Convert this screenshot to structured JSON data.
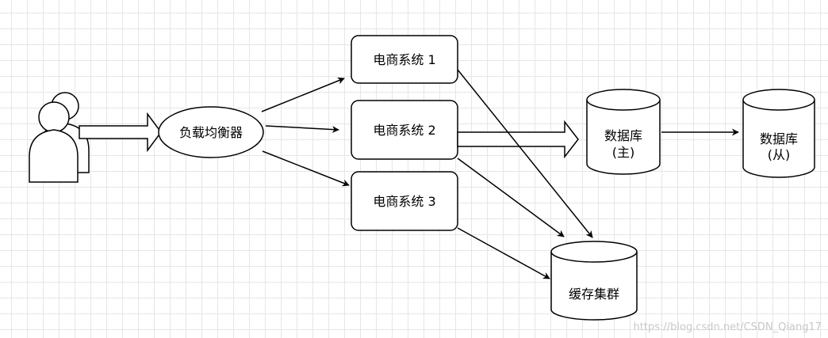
{
  "load_balancer": {
    "label": "负载均衡器"
  },
  "systems": [
    {
      "label": "电商系统 1"
    },
    {
      "label": "电商系统 2"
    },
    {
      "label": "电商系统 3"
    }
  ],
  "db_master": {
    "line1": "数据库",
    "line2": "(主)"
  },
  "db_slave": {
    "line1": "数据库",
    "line2": "(从)"
  },
  "cache": {
    "label": "缓存集群"
  },
  "watermark": "https://blog.csdn.net/CSDN_Qiang17"
}
